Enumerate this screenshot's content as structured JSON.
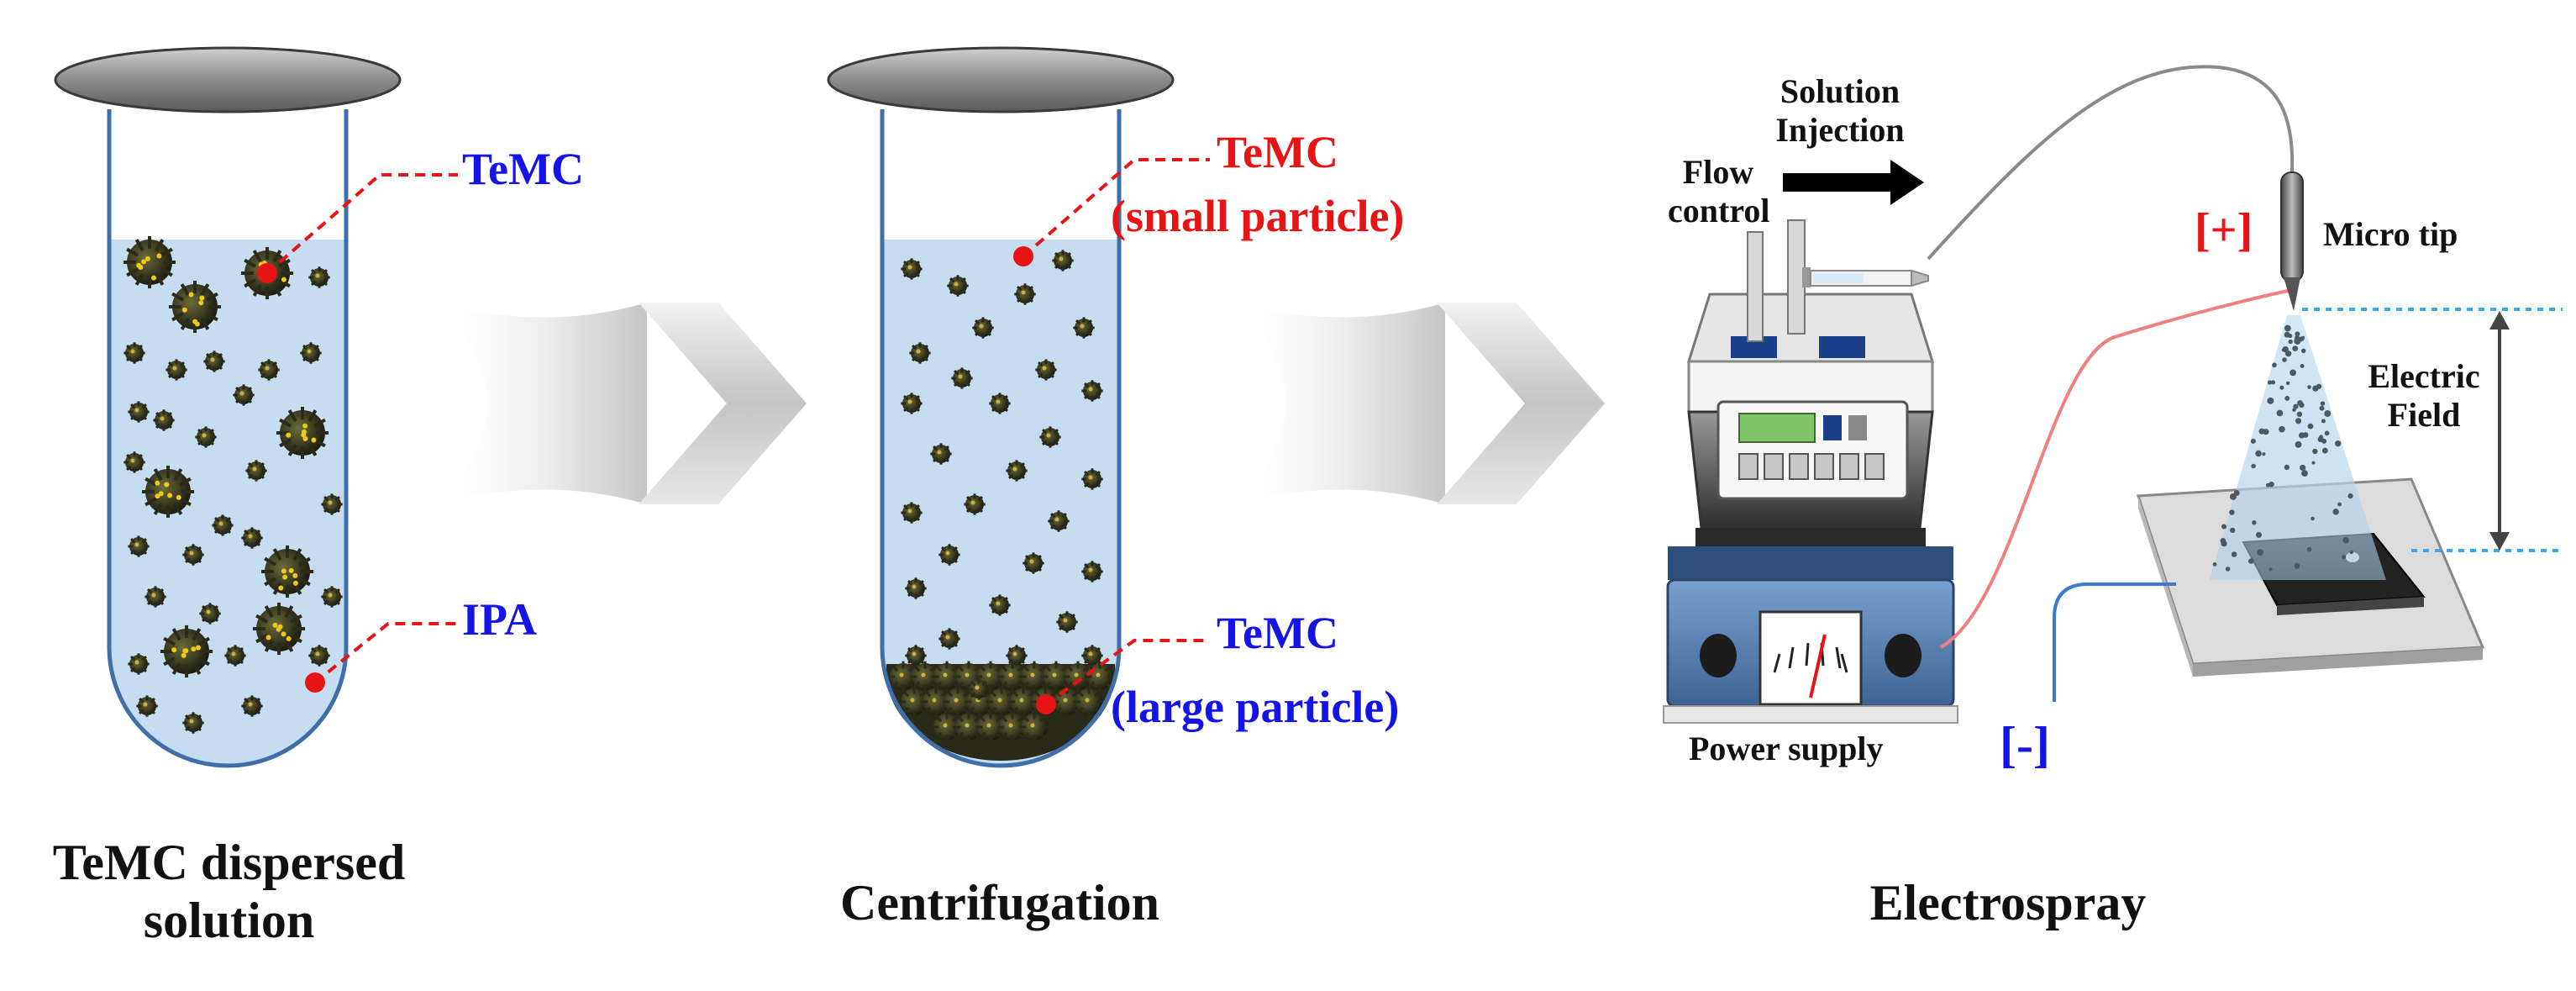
{
  "colors": {
    "liquid": "#c6dcf0",
    "tube_outline": "#3f6fa8",
    "leader": "#e61414",
    "label_blue": "#1414e6",
    "label_red": "#e61414",
    "pump_body": "#4a4a4a",
    "power_supply": "#5c84b8",
    "field_line": "#3ea8e6"
  },
  "stage1": {
    "label_temc": "TeMC",
    "label_ipa": "IPA",
    "caption_line1": "TeMC dispersed",
    "caption_line2": "solution"
  },
  "stage2": {
    "label_small_line1": "TeMC",
    "label_small_line2": "(small particle)",
    "label_large_line1": "TeMC",
    "label_large_line2": "(large particle)",
    "caption": "Centrifugation"
  },
  "stage3": {
    "flow_control_line1": "Flow",
    "flow_control_line2": "control",
    "injection_line1": "Solution",
    "injection_line2": "Injection",
    "micro_tip": "Micro tip",
    "positive": "[+]",
    "negative": "[-]",
    "electric_field_line1": "Electric",
    "electric_field_line2": "Field",
    "power_supply": "Power supply",
    "caption": "Electrospray"
  }
}
